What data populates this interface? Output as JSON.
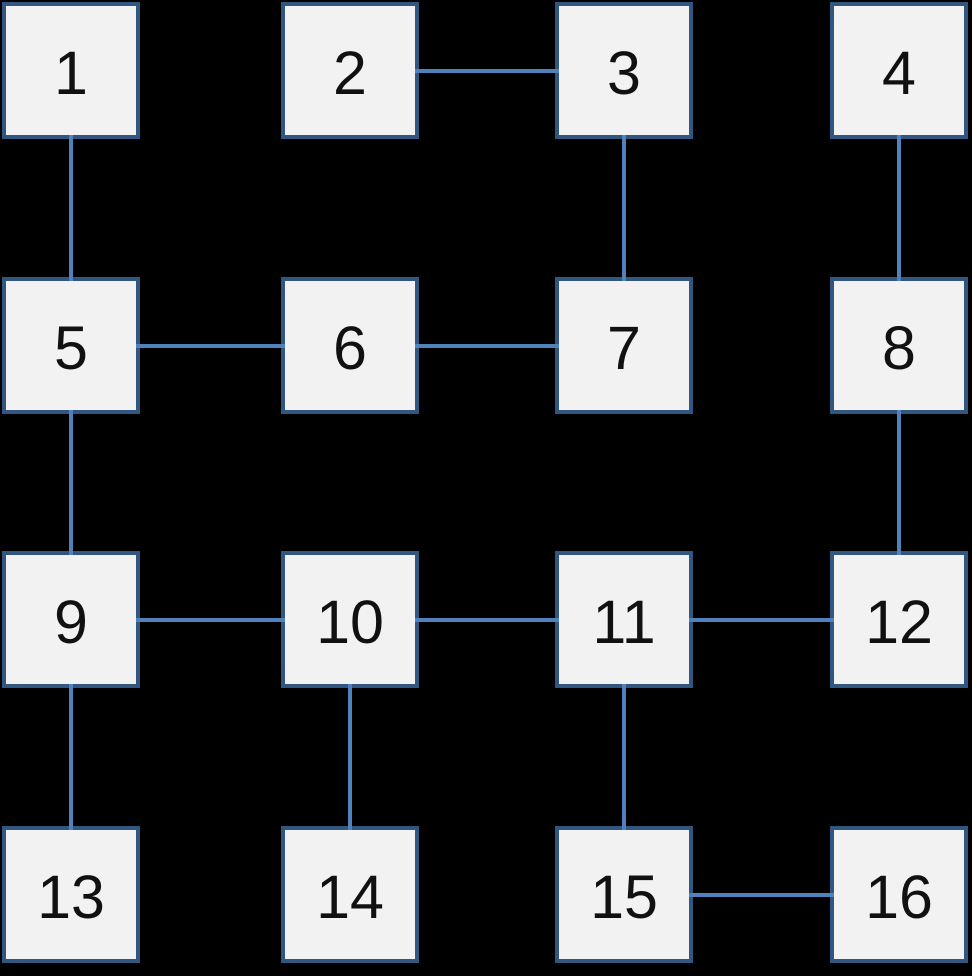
{
  "diagram": {
    "type": "grid-graph",
    "nodes": [
      {
        "id": "1",
        "label": "1",
        "row": 0,
        "col": 0
      },
      {
        "id": "2",
        "label": "2",
        "row": 0,
        "col": 1
      },
      {
        "id": "3",
        "label": "3",
        "row": 0,
        "col": 2
      },
      {
        "id": "4",
        "label": "4",
        "row": 0,
        "col": 3
      },
      {
        "id": "5",
        "label": "5",
        "row": 1,
        "col": 0
      },
      {
        "id": "6",
        "label": "6",
        "row": 1,
        "col": 1
      },
      {
        "id": "7",
        "label": "7",
        "row": 1,
        "col": 2
      },
      {
        "id": "8",
        "label": "8",
        "row": 1,
        "col": 3
      },
      {
        "id": "9",
        "label": "9",
        "row": 2,
        "col": 0
      },
      {
        "id": "10",
        "label": "10",
        "row": 2,
        "col": 1
      },
      {
        "id": "11",
        "label": "11",
        "row": 2,
        "col": 2
      },
      {
        "id": "12",
        "label": "12",
        "row": 2,
        "col": 3
      },
      {
        "id": "13",
        "label": "13",
        "row": 3,
        "col": 0
      },
      {
        "id": "14",
        "label": "14",
        "row": 3,
        "col": 1
      },
      {
        "id": "15",
        "label": "15",
        "row": 3,
        "col": 2
      },
      {
        "id": "16",
        "label": "16",
        "row": 3,
        "col": 3
      }
    ],
    "edges": [
      [
        "2",
        "3"
      ],
      [
        "1",
        "5"
      ],
      [
        "3",
        "7"
      ],
      [
        "4",
        "8"
      ],
      [
        "5",
        "6"
      ],
      [
        "6",
        "7"
      ],
      [
        "5",
        "9"
      ],
      [
        "8",
        "12"
      ],
      [
        "9",
        "10"
      ],
      [
        "10",
        "11"
      ],
      [
        "11",
        "12"
      ],
      [
        "9",
        "13"
      ],
      [
        "10",
        "14"
      ],
      [
        "11",
        "15"
      ],
      [
        "15",
        "16"
      ]
    ],
    "colors": {
      "background": "#000000",
      "node_fill": "#f2f2f2",
      "node_border": "#315680",
      "edge": "#4f81bd",
      "text": "#111111"
    }
  }
}
